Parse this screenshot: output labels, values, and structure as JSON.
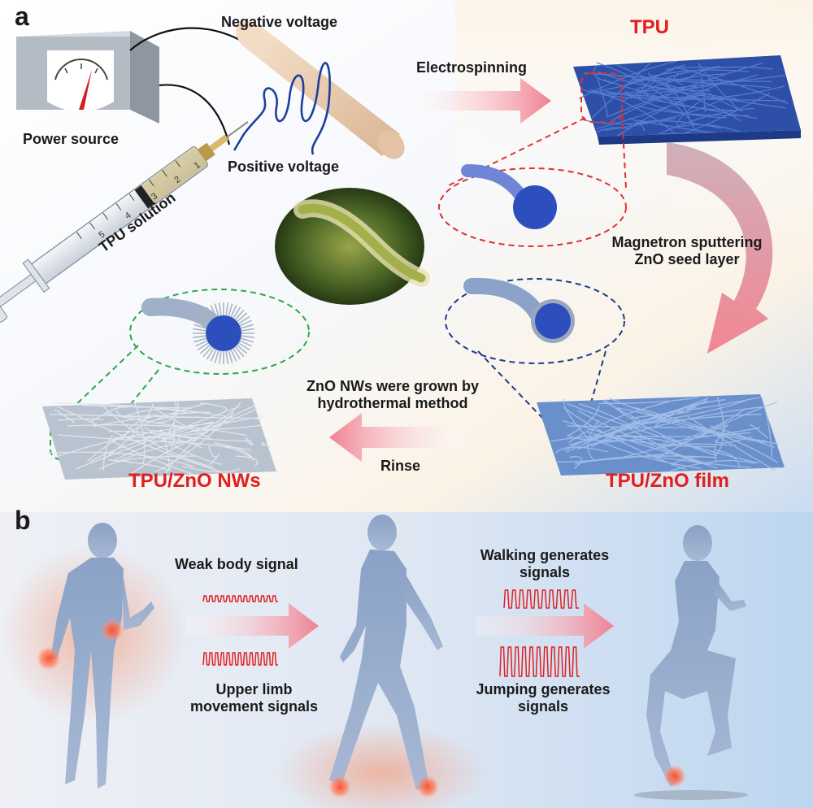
{
  "panel_a": {
    "letter": "a",
    "negative_voltage": "Negative voltage",
    "power_source": "Power source",
    "positive_voltage": "Positive voltage",
    "tpu_solution": "TPU solution",
    "syringe_ticks": [
      "1",
      "2",
      "3",
      "4",
      "5"
    ],
    "electrospinning": "Electrospinning",
    "tpu": "TPU",
    "magnetron_line1": "Magnetron sputtering",
    "magnetron_line2": "ZnO seed layer",
    "zno_grown_line1": "ZnO NWs were grown by",
    "zno_grown_line2": "hydrothermal method",
    "rinse": "Rinse",
    "tpu_zno_nws": "TPU/ZnO NWs",
    "tpu_zno_film": "TPU/ZnO film"
  },
  "panel_b": {
    "letter": "b",
    "weak_body_signal": "Weak body signal",
    "upper_limb_line1": "Upper limb",
    "upper_limb_line2": "movement signals",
    "walking_line1": "Walking generates",
    "walking_line2": "signals",
    "jumping_line1": "Jumping generates",
    "jumping_line2": "signals"
  },
  "colors": {
    "title_red": "#e02020",
    "text": "#1a1a1a",
    "tpu_blue": "#2d4fa8",
    "film_blue": "#6a90cc",
    "nw_gray": "#b9c2cf",
    "red_dash": "#e03030",
    "navy_dash": "#1f3a8a",
    "green_dash": "#2aa84a",
    "hotspot": "#ff5a3a",
    "signal": "#e02020"
  }
}
